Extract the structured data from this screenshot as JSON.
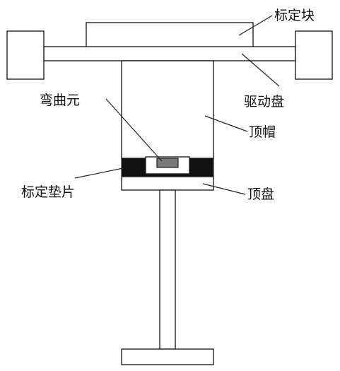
{
  "labels": {
    "calibration_block": "标定块",
    "drive_disc": "驱动盘",
    "bending_element": "弯曲元",
    "top_cap": "顶帽",
    "calibration_pad": "标定垫片",
    "top_plate": "顶盘"
  },
  "colors": {
    "outline": "#222222",
    "pad_fill": "#111111",
    "element_fill": "#7a7a7a",
    "background": "#ffffff"
  }
}
